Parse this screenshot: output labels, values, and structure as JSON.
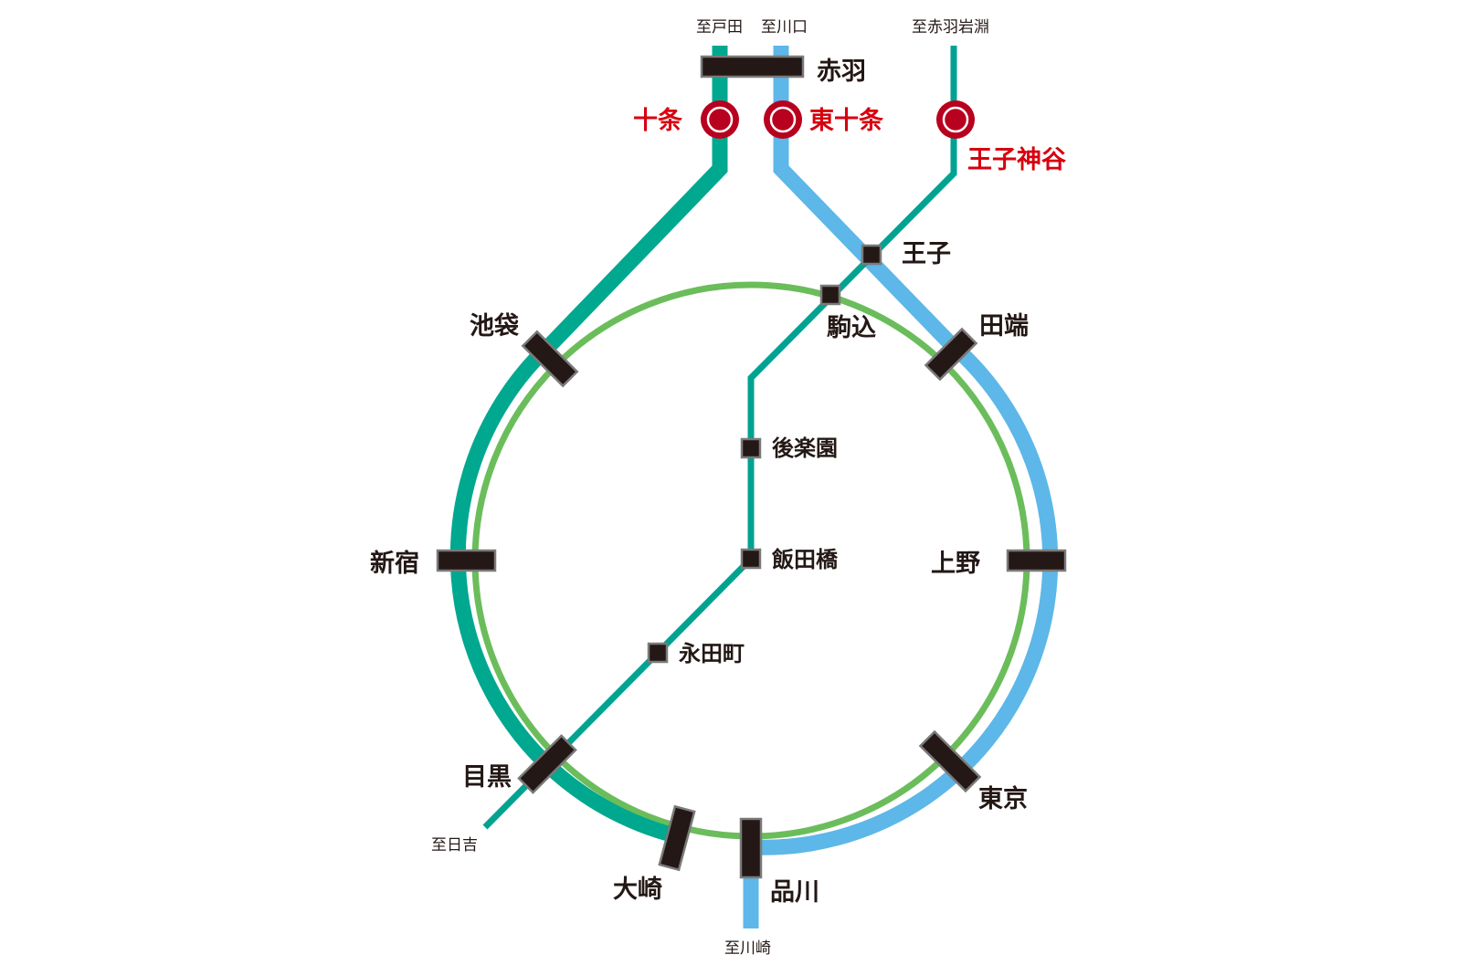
{
  "colors": {
    "saikyo": "#00a88f",
    "keihin_tohoku": "#5db7e8",
    "yamanote": "#6bbd5b",
    "namboku": "#00a391",
    "station_mark": "#231815",
    "highlight": "#d7000f"
  },
  "directions": {
    "toda": "至戸田",
    "kawaguchi": "至川口",
    "akabane_iwabuchi": "至赤羽岩淵",
    "hiyoshi": "至日吉",
    "kawasaki": "至川崎"
  },
  "stations": {
    "akabane": "赤羽",
    "ikebukuro": "池袋",
    "shinjuku": "新宿",
    "meguro": "目黒",
    "osaki": "大崎",
    "shinagawa": "品川",
    "tokyo": "東京",
    "ueno": "上野",
    "tabata": "田端",
    "komagome": "駒込",
    "oji": "王子",
    "korakuen": "後楽園",
    "iidabashi": "飯田橋",
    "nagatacho": "永田町"
  },
  "highlighted_stations": {
    "jujo": "十条",
    "higashi_jujo": "東十条",
    "oji_kamiya": "王子神谷"
  }
}
